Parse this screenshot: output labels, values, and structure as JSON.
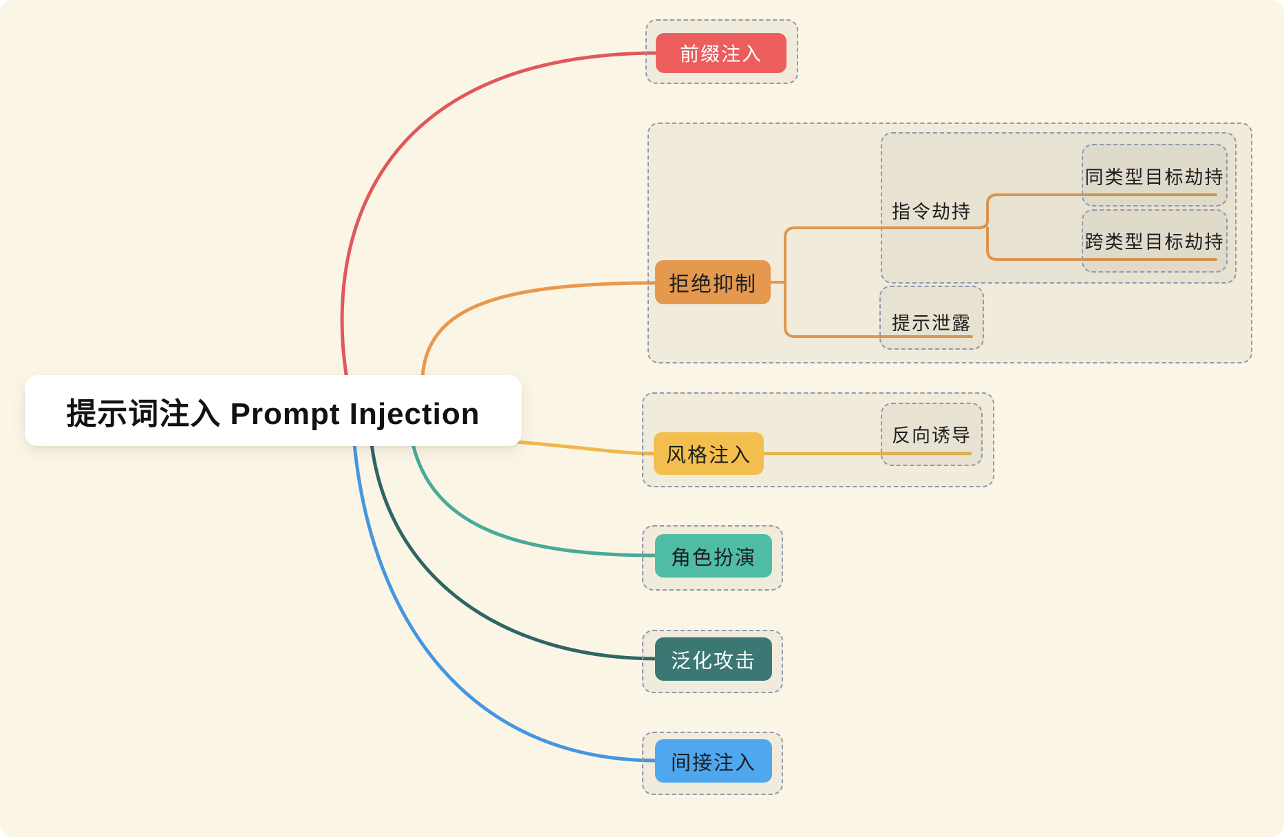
{
  "root": {
    "label": "提示词注入 Prompt Injection"
  },
  "branches": [
    {
      "label": "前缀注入",
      "color_key": "red"
    },
    {
      "label": "拒绝抑制",
      "color_key": "orange",
      "children": [
        {
          "label": "指令劫持",
          "children": [
            {
              "label": "同类型目标劫持"
            },
            {
              "label": "跨类型目标劫持"
            }
          ]
        },
        {
          "label": "提示泄露"
        }
      ]
    },
    {
      "label": "风格注入",
      "color_key": "yellow",
      "children": [
        {
          "label": "反向诱导"
        }
      ]
    },
    {
      "label": "角色扮演",
      "color_key": "teal"
    },
    {
      "label": "泛化攻击",
      "color_key": "dark_teal"
    },
    {
      "label": "间接注入",
      "color_key": "blue"
    }
  ],
  "colors": {
    "canvas_bg": "#fbf5e6",
    "selection_stroke": "#8e99ad",
    "group_fill": "rgba(122,123,104,0.08)",
    "root_bg": "#ffffff",
    "root_text": "#121212",
    "node_text_dark": "#1d1e20",
    "node_text_light": "#ffffff",
    "red": "#ec5e5e",
    "red_line": "#e1585b",
    "orange": "#e5994f",
    "orange_line": "#ea984d",
    "yellow": "#f2bf4e",
    "yellow_line": "#edb94c",
    "teal": "#4fbca5",
    "teal_line": "#48aa98",
    "dark_teal": "#3c7873",
    "dark_teal_line": "#2e6663",
    "blue": "#4fa7ee",
    "blue_line": "#4496e1"
  }
}
